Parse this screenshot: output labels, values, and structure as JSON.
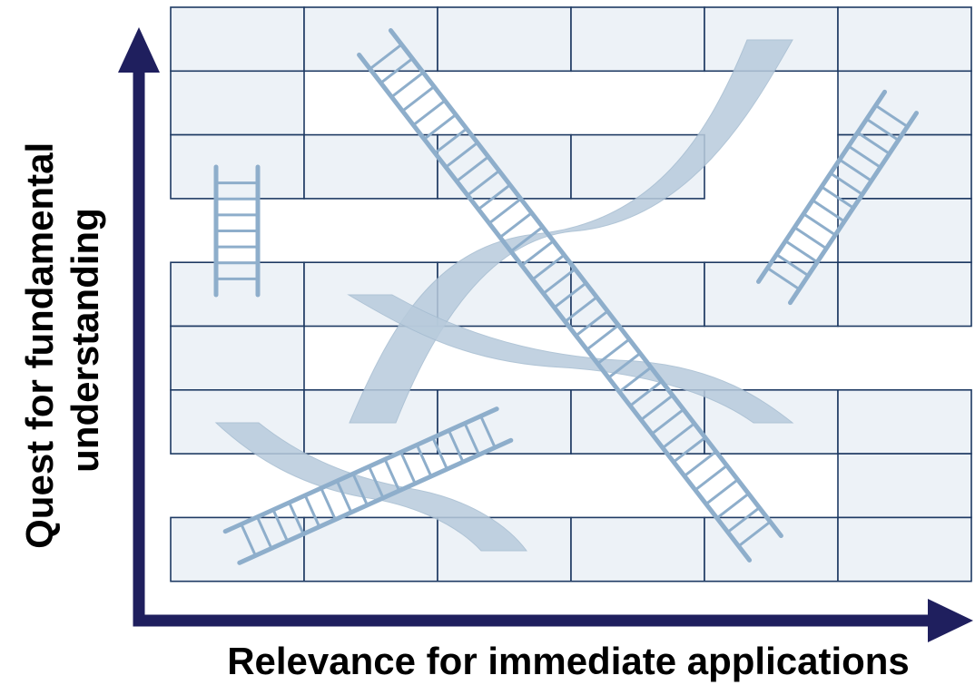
{
  "diagram": {
    "y_axis_label_line1": "Quest for fundamental",
    "y_axis_label_line2": "understanding",
    "x_axis_label": "Relevance for immediate applications"
  },
  "colors": {
    "axis": "#1f1f5e",
    "grid_fill": "#edf2f7",
    "grid_stroke": "#1e3a63",
    "snake": "#b8cbdc",
    "ladder": "#8eaecb"
  },
  "icons": [
    "up-arrow-icon",
    "right-arrow-icon",
    "ladder-icon",
    "snake-icon"
  ]
}
